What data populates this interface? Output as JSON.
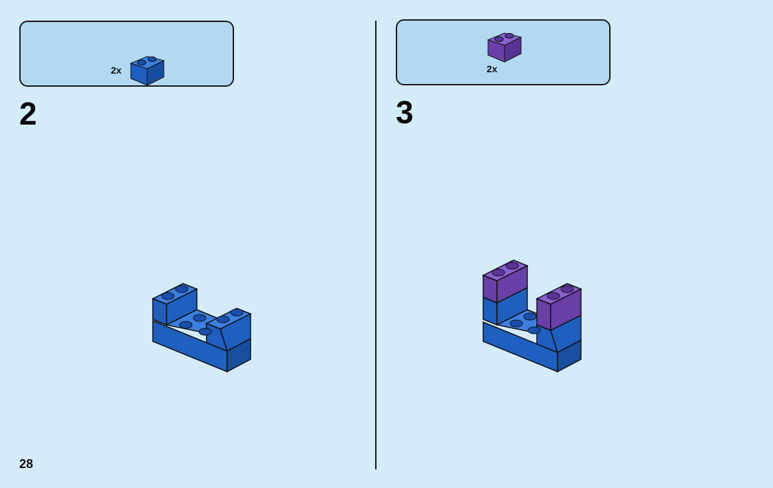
{
  "page": {
    "number": "28"
  },
  "steps": [
    {
      "number": "2",
      "parts": [
        {
          "quantity": "2x",
          "color": "#1f5fbf",
          "name": "blue-1x2-brick"
        }
      ]
    },
    {
      "number": "3",
      "parts": [
        {
          "quantity": "2x",
          "color": "#6a3fa8",
          "name": "purple-1x2-brick"
        }
      ]
    }
  ],
  "colors": {
    "page_background": "#d4ebfa",
    "parts_box": "#b3d9f2",
    "blue_brick": "#1f5fbf",
    "purple_brick": "#6a3fa8"
  }
}
